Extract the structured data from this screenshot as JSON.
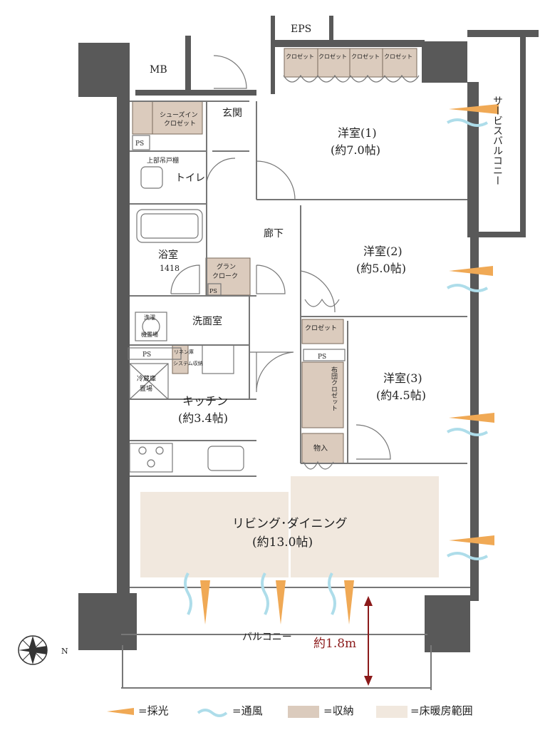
{
  "rooms": {
    "eps": "EPS",
    "mb": "MB",
    "genkan": "玄関",
    "shoes_closet_1": "シューズイン",
    "shoes_closet_2": "クロゼット",
    "ps": "PS",
    "upper_shelf": "上部吊戸棚",
    "toilet": "トイレ",
    "bath": "浴室",
    "bath_size": "1418",
    "grand_cloak_1": "グラン",
    "grand_cloak_2": "クローク",
    "corridor": "廊下",
    "washroom": "洗面室",
    "washer_1": "洗濯",
    "washer_2": "機置場",
    "linen_1": "リネン庫",
    "linen_2": "システム収納",
    "fridge_1": "冷蔵庫",
    "fridge_2": "置場",
    "kitchen": "キッチン",
    "kitchen_size": "(約3.4帖)",
    "western1": "洋室(1)",
    "western1_size": "(約7.0帖)",
    "western2": "洋室(2)",
    "western2_size": "(約5.0帖)",
    "western3": "洋室(3)",
    "western3_size": "(約4.5帖)",
    "closet": "クロゼット",
    "futon_closet": "布団クロゼット",
    "storage": "物入",
    "living": "リビング･ダイニング",
    "living_size": "(約13.0帖)",
    "service_balcony": "サービスバルコニー",
    "balcony": "バルコニー",
    "balcony_depth": "約1.8m",
    "compass_n": "N"
  },
  "legend": {
    "light": "=採光",
    "wind": "=通風",
    "storage": "=収納",
    "floor_heating": "=床暖房範囲"
  },
  "colors": {
    "wall": "#595959",
    "storage": "#dbcbbd",
    "floor_heating": "#f1e8de",
    "light": "#f0a955",
    "wind": "#aeddea",
    "dimension": "#8b1a1a"
  }
}
